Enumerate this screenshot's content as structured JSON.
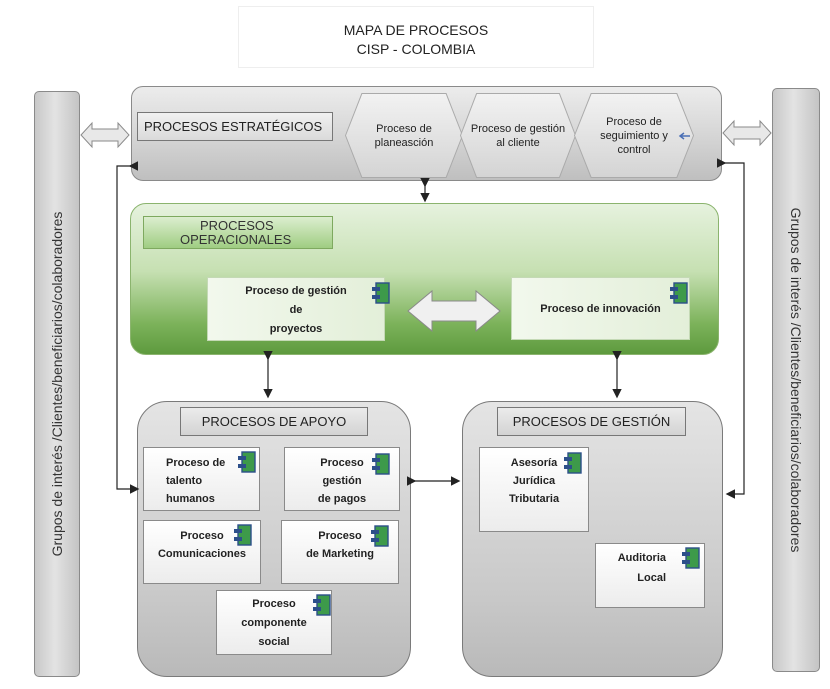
{
  "title": {
    "line1": "MAPA DE PROCESOS",
    "line2": "CISP - COLOMBIA"
  },
  "side_left": {
    "label": "Grupos de interés /Clientes/beneficiarios/colaboradores"
  },
  "side_right": {
    "label": "Grupos de interés /Clientes/beneficiarios/colaboradores"
  },
  "strategic": {
    "label": "PROCESOS ESTRATÉGICOS",
    "items": [
      {
        "line1": "Proceso de",
        "line2": "planeasción",
        "line3": ""
      },
      {
        "line1": "Proceso de gestión",
        "line2": "al cliente",
        "line3": ""
      },
      {
        "line1": "Proceso de",
        "line2": "seguimiento y",
        "line3": "control"
      }
    ]
  },
  "operational": {
    "label_line1": "PROCESOS",
    "label_line2": "OPERACIONALES",
    "items": [
      {
        "line1": "Proceso de gestión",
        "line2": "de",
        "line3": "proyectos"
      },
      {
        "line1": "Proceso de innovación"
      }
    ]
  },
  "support": {
    "label": "PROCESOS DE APOYO",
    "items": [
      {
        "line1": "Proceso de",
        "line2": "talento",
        "line3": "humanos"
      },
      {
        "line1": "Proceso",
        "line2": "gestión",
        "line3": "de pagos"
      },
      {
        "line1": "Proceso",
        "line2": "Comunicaciones"
      },
      {
        "line1": "Proceso",
        "line2": "de Marketing"
      },
      {
        "line1": "Proceso",
        "line2": "componente",
        "line3": "social"
      }
    ]
  },
  "management": {
    "label": "PROCESOS DE GESTIÓN",
    "items": [
      {
        "line1": "Asesoría",
        "line2": "Jurídica",
        "line3": "Tributaria"
      },
      {
        "line1": "Auditoria",
        "line2": "Local"
      }
    ]
  },
  "colors": {
    "gray_group": "#cfcfcf",
    "green_band": "#7cb25a",
    "component_icon": "#3d9a4a",
    "component_icon_border": "#2c4f8a",
    "arrow_fill": "#e8e8e8"
  }
}
